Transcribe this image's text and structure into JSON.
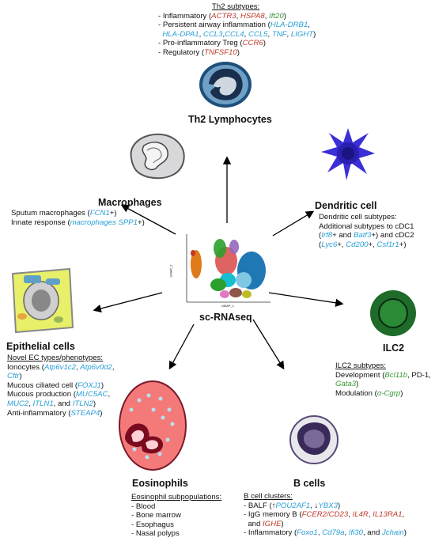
{
  "colors": {
    "red": "#c0392b",
    "blue": "#2a9fd6",
    "green": "#3a9a3a",
    "text": "#111111"
  },
  "th2": {
    "heading": "Th2 subtypes:",
    "title": "Th2 Lymphocytes",
    "lines": [
      [
        {
          "t": "- Inflammatory ("
        },
        {
          "t": "ACTR3",
          "c": "red"
        },
        {
          "t": ", "
        },
        {
          "t": "HSPA8",
          "c": "red"
        },
        {
          "t": ", "
        },
        {
          "t": "Ift20",
          "c": "green"
        },
        {
          "t": ")"
        }
      ],
      [
        {
          "t": "- Persistent airway inflammation ("
        },
        {
          "t": "HLA-DRB1",
          "c": "blue"
        },
        {
          "t": ","
        }
      ],
      [
        {
          "t": "  "
        },
        {
          "t": "HLA-DPA1",
          "c": "blue"
        },
        {
          "t": ", "
        },
        {
          "t": "CCL3",
          "c": "blue"
        },
        {
          "t": ","
        },
        {
          "t": "CCL4",
          "c": "blue"
        },
        {
          "t": ", "
        },
        {
          "t": "CCL5",
          "c": "blue"
        },
        {
          "t": ", "
        },
        {
          "t": "TNF",
          "c": "blue"
        },
        {
          "t": ", "
        },
        {
          "t": "LIGHT",
          "c": "blue"
        },
        {
          "t": ")"
        }
      ],
      [
        {
          "t": "- Pro-inflammatory Treg ("
        },
        {
          "t": "CCR6",
          "c": "red"
        },
        {
          "t": ")"
        }
      ],
      [
        {
          "t": "- Regulatory ("
        },
        {
          "t": "TNFSF10",
          "c": "red"
        },
        {
          "t": ")"
        }
      ]
    ]
  },
  "macrophages": {
    "title": "Macrophages",
    "lines": [
      [
        {
          "t": "Sputum macrophages ("
        },
        {
          "t": "FCN1",
          "c": "blue"
        },
        {
          "t": "+)"
        }
      ],
      [
        {
          "t": "Innate response ("
        },
        {
          "t": "macrophages SPP1",
          "c": "blue"
        },
        {
          "t": "+)"
        }
      ]
    ]
  },
  "dendritic": {
    "title": "Dendritic cell",
    "lines": [
      [
        {
          "t": "Dendritic cell subtypes:"
        }
      ],
      [
        {
          "t": "Additional subtypes to cDC1"
        }
      ],
      [
        {
          "t": "("
        },
        {
          "t": "Irf8",
          "c": "blue"
        },
        {
          "t": "+ and "
        },
        {
          "t": "Batf3",
          "c": "blue"
        },
        {
          "t": "+) and cDC2"
        }
      ],
      [
        {
          "t": "("
        },
        {
          "t": "Lyc6",
          "c": "blue"
        },
        {
          "t": "+, "
        },
        {
          "t": "Cd200",
          "c": "blue"
        },
        {
          "t": "+, "
        },
        {
          "t": "Csf1r1",
          "c": "blue"
        },
        {
          "t": "+)"
        }
      ]
    ]
  },
  "center": {
    "title": "sc-RNAseq",
    "ylabel": "UMAP_2",
    "xlabel": "UMAP_1"
  },
  "epithelial": {
    "title": "Epithelial cells",
    "heading": "Novel EC types/phenotypes:",
    "lines": [
      [
        {
          "t": "Ionocytes ("
        },
        {
          "t": "Atp6v1c2",
          "c": "blue"
        },
        {
          "t": ", "
        },
        {
          "t": "Atp6v0d2",
          "c": "blue"
        },
        {
          "t": ","
        }
      ],
      [
        {
          "t": "Cftr",
          "c": "blue"
        },
        {
          "t": ")"
        }
      ],
      [
        {
          "t": "Mucous ciliated cell ("
        },
        {
          "t": "FOXJ1",
          "c": "blue"
        },
        {
          "t": ")"
        }
      ],
      [
        {
          "t": "Mucous production ("
        },
        {
          "t": "MUC5AC",
          "c": "blue"
        },
        {
          "t": ","
        }
      ],
      [
        {
          "t": "MUC2",
          "c": "blue"
        },
        {
          "t": ", "
        },
        {
          "t": "ITLN1",
          "c": "blue"
        },
        {
          "t": ", and "
        },
        {
          "t": "ITLN2",
          "c": "blue"
        },
        {
          "t": ")"
        }
      ],
      [
        {
          "t": "Anti-inflammatory ("
        },
        {
          "t": "STEAP4",
          "c": "blue"
        },
        {
          "t": ")"
        }
      ]
    ]
  },
  "ilc2": {
    "title": "ILC2",
    "heading": "ILC2 subtypes:",
    "lines": [
      [
        {
          "t": "Development ("
        },
        {
          "t": "Bcl11b",
          "c": "green"
        },
        {
          "t": ", PD-1,"
        }
      ],
      [
        {
          "t": "Gata3",
          "c": "green"
        },
        {
          "t": ")"
        }
      ],
      [
        {
          "t": "Modulation ("
        },
        {
          "t": "α-Cgrp",
          "c": "green"
        },
        {
          "t": ")"
        }
      ]
    ]
  },
  "eosinophils": {
    "title": "Eosinophils",
    "heading": "Eosinophil subpopulations:",
    "lines": [
      [
        {
          "t": "- Blood"
        }
      ],
      [
        {
          "t": "- Bone marrow"
        }
      ],
      [
        {
          "t": "- Esophagus"
        }
      ],
      [
        {
          "t": "- Nasal polyps"
        }
      ]
    ]
  },
  "bcells": {
    "title": "B cells",
    "heading": "B cell clusters:",
    "lines": [
      [
        {
          "t": "- BALF (↑"
        },
        {
          "t": "POU2AF1",
          "c": "blue"
        },
        {
          "t": ", ↓"
        },
        {
          "t": "YBX3",
          "c": "blue"
        },
        {
          "t": ")"
        }
      ],
      [
        {
          "t": "- IgG memory B ("
        },
        {
          "t": "FCER2/CD23",
          "c": "red"
        },
        {
          "t": ", "
        },
        {
          "t": "IL4R",
          "c": "red"
        },
        {
          "t": ", "
        },
        {
          "t": "IL13RA1",
          "c": "red"
        },
        {
          "t": ","
        }
      ],
      [
        {
          "t": "  and "
        },
        {
          "t": "IGHE",
          "c": "red"
        },
        {
          "t": ")"
        }
      ],
      [
        {
          "t": "- Inflammatory ("
        },
        {
          "t": "Foxo1",
          "c": "blue"
        },
        {
          "t": ", "
        },
        {
          "t": "Cd79a",
          "c": "blue"
        },
        {
          "t": ", "
        },
        {
          "t": "Ifi30",
          "c": "blue"
        },
        {
          "t": ", and "
        },
        {
          "t": "Jchain",
          "c": "blue"
        },
        {
          "t": ")"
        }
      ]
    ]
  }
}
